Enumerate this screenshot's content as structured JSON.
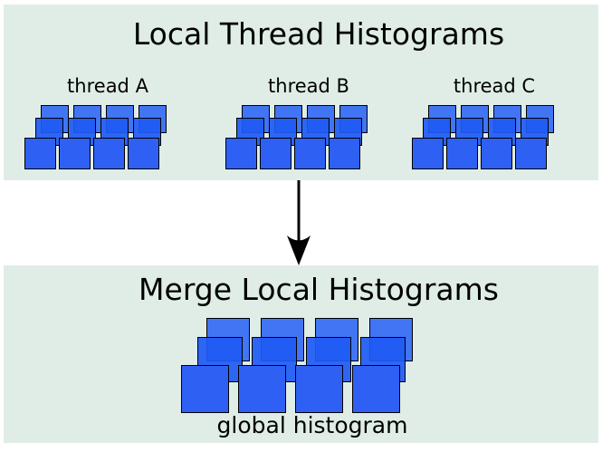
{
  "top_panel": {
    "title": "Local Thread Histograms",
    "threads": [
      {
        "label": "thread A"
      },
      {
        "label": "thread B"
      },
      {
        "label": "thread C"
      }
    ]
  },
  "bottom_panel": {
    "title": "Merge Local Histograms",
    "caption": "global histogram"
  },
  "histogram": {
    "rows": 3,
    "cols": 4,
    "row_fills": [
      "rgba(30,90,245,0.82)",
      "rgba(30,90,245,0.92)",
      "#2e61f3"
    ],
    "square_border_color": "#000000"
  },
  "arrow": {
    "name": "down-arrow",
    "direction": "down"
  },
  "colors": {
    "panel_background": "#dfede6",
    "page_background": "#ffffff",
    "text": "#000000",
    "arrow": "#000000"
  }
}
